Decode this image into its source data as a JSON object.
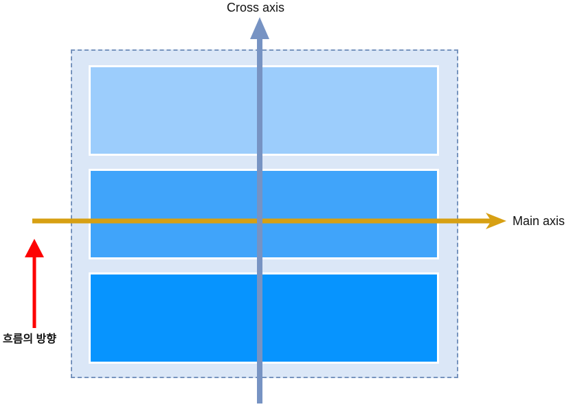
{
  "diagram": {
    "container": {
      "name": "flex-container",
      "background": "#dbe7f7",
      "border_color": "#7693bd",
      "item_border_color": "#ffffff",
      "items": [
        {
          "name": "flex-item-1",
          "color": "#9ccdfc"
        },
        {
          "name": "flex-item-2",
          "color": "#40a4fa"
        },
        {
          "name": "flex-item-3",
          "color": "#0794fe"
        }
      ]
    },
    "arrows": {
      "cross_axis": {
        "label": "Cross axis",
        "color": "#7793c3",
        "direction": "up"
      },
      "main_axis": {
        "label": "Main axis",
        "color": "#d7a013",
        "direction": "right"
      },
      "flow_direction": {
        "label": "흐름의 방향",
        "color": "#fd0303",
        "direction": "up"
      }
    },
    "text_color": "#111111"
  }
}
